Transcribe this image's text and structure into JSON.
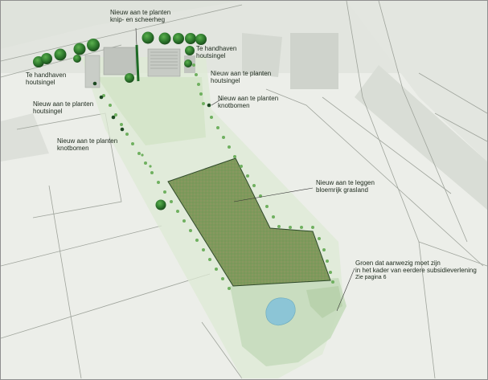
{
  "labels": {
    "knip_scheerheg": "Nieuw aan te planten\nknip- en scheerheg",
    "handhaven_right": "Te handhaven\nhoutsingel",
    "handhaven_left": "Te handhaven\nhoutsingel",
    "planten_houtsingel_right": "Nieuw aan te planten\nhoutsingel",
    "planten_houtsingel_left": "Nieuw aan te planten\nhoutsingel",
    "knotbomen_right": "Nieuw aan te planten\nknotbomen",
    "knotbomen_left": "Nieuw aan te planten\nknotbomen",
    "grasland": "Nieuw aan te leggen\nbloemrijk grasland",
    "groen_aanwezig": "Groen dat aanwezig moet zijn\nin het kader van eerdere subsidieverlening",
    "zie_pagina": "Zie pagina 6"
  },
  "colors": {
    "grassland": "#7e9a5c",
    "grassland_border": "#2f4a2a",
    "tree": "#2f7a2e",
    "existing_green": "#c6dcbc",
    "pond": "#8cc5d6",
    "plot": "#dde9d4"
  },
  "icons": [
    "tree-icon",
    "knotboom-dot-icon",
    "pond-shape",
    "leader-line"
  ]
}
